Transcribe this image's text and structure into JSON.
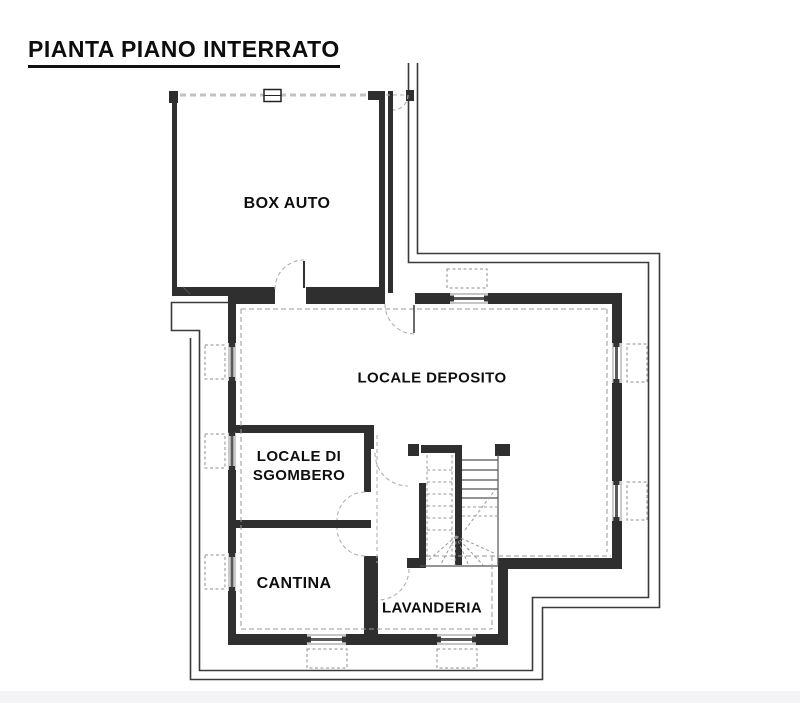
{
  "title": "PIANTA PIANO INTERRATO",
  "rooms": {
    "box_auto": {
      "label": "BOX AUTO"
    },
    "deposito": {
      "label": "LOCALE DEPOSITO"
    },
    "sgombero": {
      "label_line1": "LOCALE DI",
      "label_line2": "SGOMBERO"
    },
    "cantina": {
      "label": "CANTINA"
    },
    "lavanderia": {
      "label": "LAVANDERIA"
    }
  },
  "colors": {
    "wall": "#2f2f2f",
    "boundary": "#3a3a3a",
    "thin_line": "#555555",
    "dashed_projection": "#9a9a9a",
    "door_arc": "#b0b0b0",
    "garage_door": "#c2c2c2",
    "text": "#0f0f0f",
    "background": "#ffffff"
  }
}
